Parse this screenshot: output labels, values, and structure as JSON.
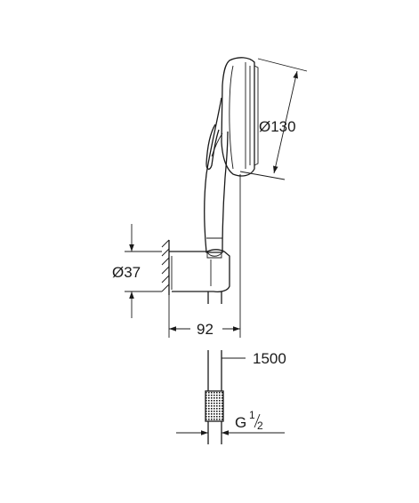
{
  "dimensions": {
    "head_diameter": "Ø130",
    "holder_diameter": "Ø37",
    "projection": "92",
    "hose_length": "1500",
    "thread_prefix": "G",
    "thread_numerator": "1",
    "thread_denominator": "2"
  }
}
